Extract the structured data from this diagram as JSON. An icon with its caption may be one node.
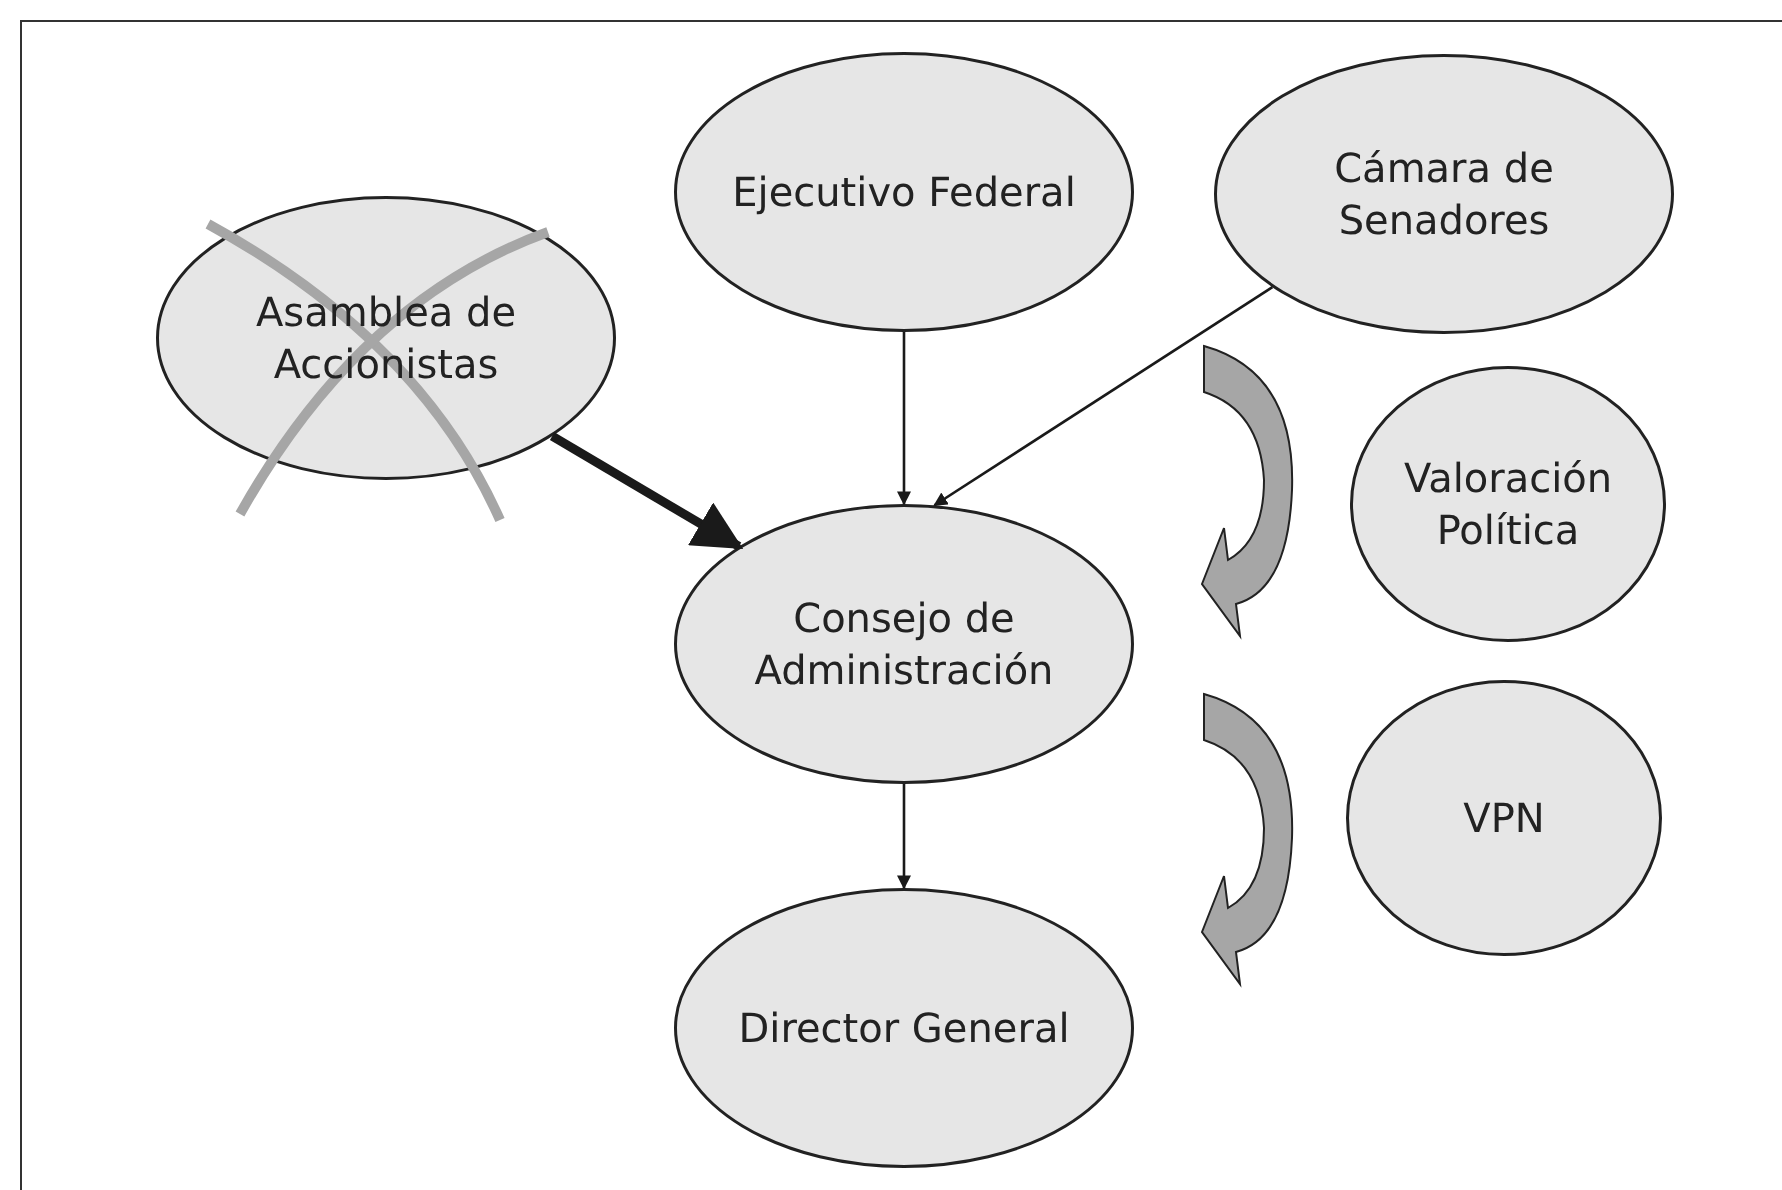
{
  "diagram": {
    "nodes": [
      {
        "text": [
          "Ejecutivo Federal"
        ]
      },
      {
        "text": [
          "Cámara de Senadores"
        ]
      },
      {
        "text": [
          "Asamblea de Accionistas"
        ]
      },
      {
        "text": [
          "Valoración Política"
        ]
      },
      {
        "text": [
          "Consejo de Administración"
        ]
      },
      {
        "text": [
          "VPN"
        ]
      },
      {
        "text": [
          "Director General"
        ]
      }
    ],
    "edges": [
      {
        "from": 0,
        "to": 4,
        "arrow": "to"
      },
      {
        "from": 1,
        "to": 4,
        "arrow": "to"
      },
      {
        "from": 2,
        "to": 4,
        "arrow": "to",
        "style": "thick"
      },
      {
        "from": 4,
        "to": 6,
        "arrow": "to"
      }
    ]
  }
}
